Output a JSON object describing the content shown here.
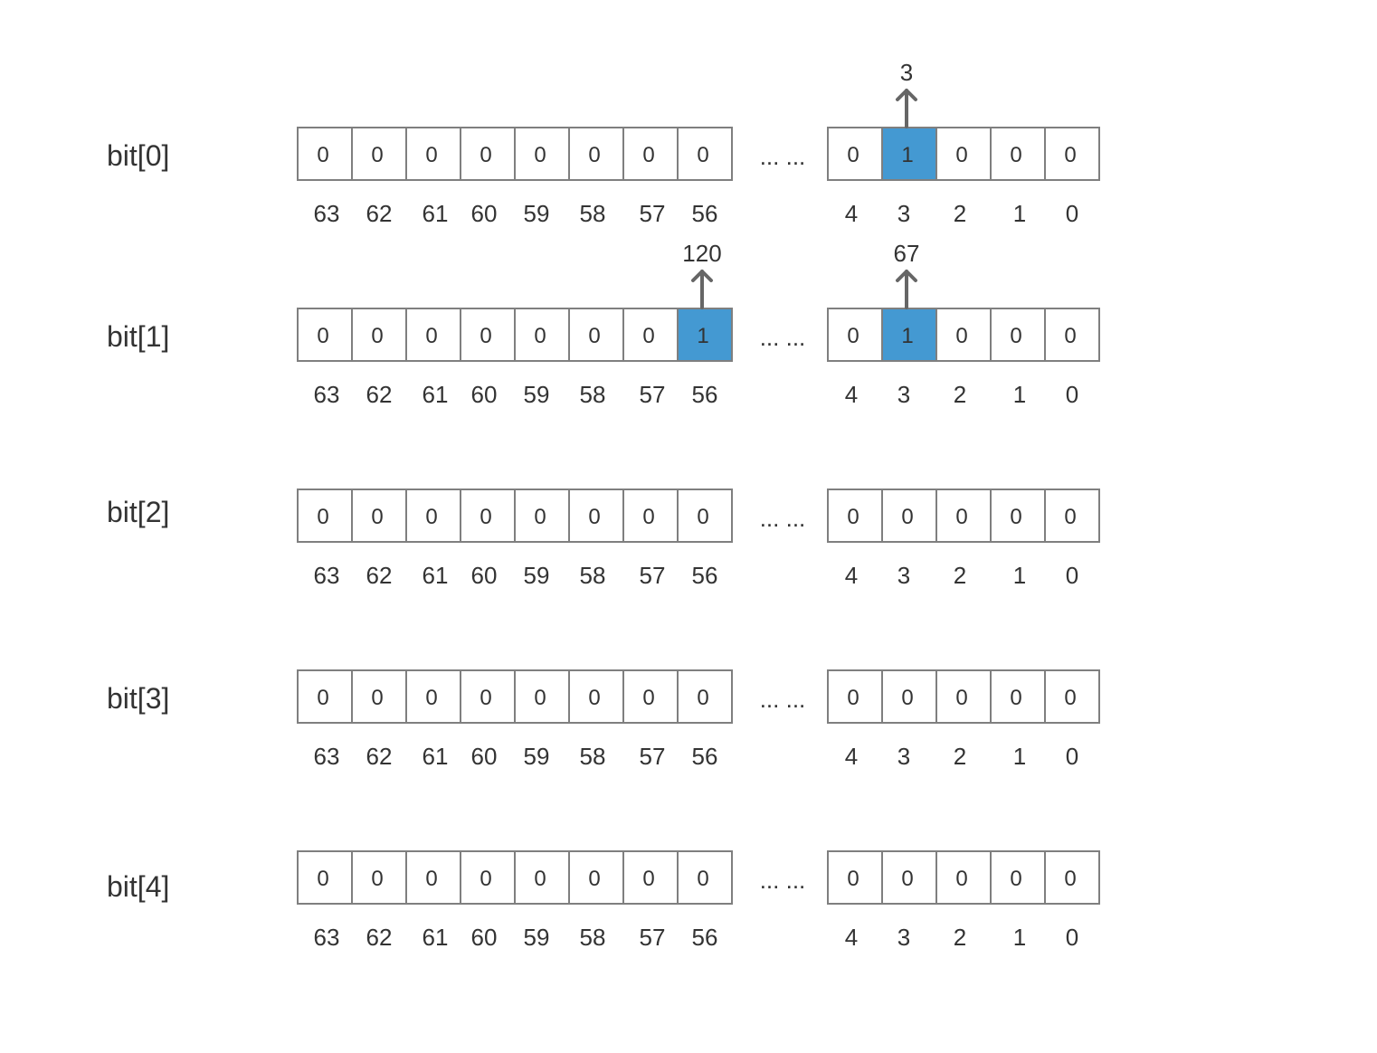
{
  "rows": [
    {
      "label": "bit[0]",
      "left_cells": [
        "0",
        "0",
        "0",
        "0",
        "0",
        "0",
        "0",
        "0"
      ],
      "left_indices": [
        "63",
        "62",
        "61",
        "60",
        "59",
        "58",
        "57",
        "56"
      ],
      "ellipsis": "... ...",
      "right_cells": [
        "0",
        "1",
        "0",
        "0",
        "0"
      ],
      "right_indices": [
        "4",
        "3",
        "2",
        "1",
        "0"
      ],
      "markers": [
        {
          "group": "right",
          "position": 1,
          "label": "3"
        }
      ]
    },
    {
      "label": "bit[1]",
      "left_cells": [
        "0",
        "0",
        "0",
        "0",
        "0",
        "0",
        "0",
        "1"
      ],
      "left_indices": [
        "63",
        "62",
        "61",
        "60",
        "59",
        "58",
        "57",
        "56"
      ],
      "ellipsis": "... ...",
      "right_cells": [
        "0",
        "1",
        "0",
        "0",
        "0"
      ],
      "right_indices": [
        "4",
        "3",
        "2",
        "1",
        "0"
      ],
      "markers": [
        {
          "group": "left",
          "position": 7,
          "label": "120"
        },
        {
          "group": "right",
          "position": 1,
          "label": "67"
        }
      ]
    },
    {
      "label": "bit[2]",
      "left_cells": [
        "0",
        "0",
        "0",
        "0",
        "0",
        "0",
        "0",
        "0"
      ],
      "left_indices": [
        "63",
        "62",
        "61",
        "60",
        "59",
        "58",
        "57",
        "56"
      ],
      "ellipsis": "... ...",
      "right_cells": [
        "0",
        "0",
        "0",
        "0",
        "0"
      ],
      "right_indices": [
        "4",
        "3",
        "2",
        "1",
        "0"
      ],
      "markers": []
    },
    {
      "label": "bit[3]",
      "left_cells": [
        "0",
        "0",
        "0",
        "0",
        "0",
        "0",
        "0",
        "0"
      ],
      "left_indices": [
        "63",
        "62",
        "61",
        "60",
        "59",
        "58",
        "57",
        "56"
      ],
      "ellipsis": "... ...",
      "right_cells": [
        "0",
        "0",
        "0",
        "0",
        "0"
      ],
      "right_indices": [
        "4",
        "3",
        "2",
        "1",
        "0"
      ],
      "markers": []
    },
    {
      "label": "bit[4]",
      "left_cells": [
        "0",
        "0",
        "0",
        "0",
        "0",
        "0",
        "0",
        "0"
      ],
      "left_indices": [
        "63",
        "62",
        "61",
        "60",
        "59",
        "58",
        "57",
        "56"
      ],
      "ellipsis": "... ...",
      "right_cells": [
        "0",
        "0",
        "0",
        "0",
        "0"
      ],
      "right_indices": [
        "4",
        "3",
        "2",
        "1",
        "0"
      ],
      "markers": []
    }
  ],
  "colors": {
    "set_bit": "#4499d2",
    "cell_border": "#7f7f7f",
    "text": "#333333",
    "pointer": "#666666"
  }
}
